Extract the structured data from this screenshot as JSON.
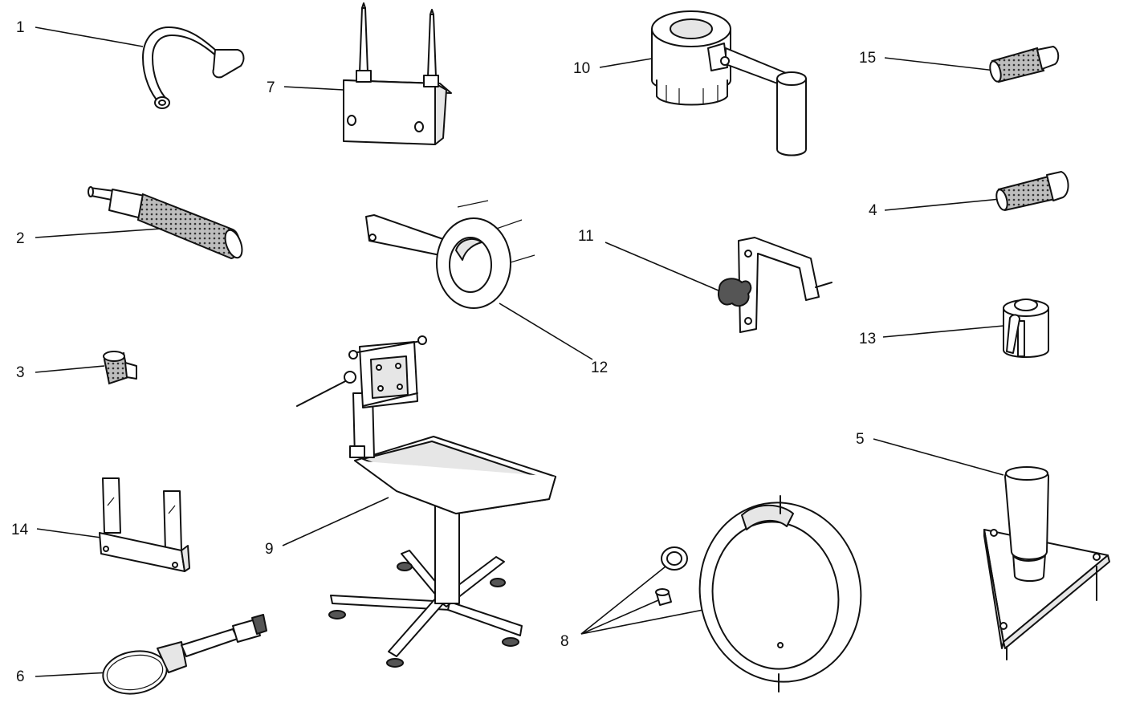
{
  "title": "",
  "callouts": [
    {
      "id": "1",
      "label": "1"
    },
    {
      "id": "2",
      "label": "2"
    },
    {
      "id": "3",
      "label": "3"
    },
    {
      "id": "4",
      "label": "4"
    },
    {
      "id": "5",
      "label": "5"
    },
    {
      "id": "6",
      "label": "6"
    },
    {
      "id": "7",
      "label": "7"
    },
    {
      "id": "8",
      "label": "8"
    },
    {
      "id": "9",
      "label": "9"
    },
    {
      "id": "10",
      "label": "10"
    },
    {
      "id": "11",
      "label": "11"
    },
    {
      "id": "12",
      "label": "12"
    },
    {
      "id": "13",
      "label": "13"
    },
    {
      "id": "14",
      "label": "14"
    },
    {
      "id": "15",
      "label": "15"
    }
  ],
  "colors": {
    "ink": "#111111",
    "paper": "#ffffff",
    "shade": "#e6e6e6",
    "dark": "#555555"
  }
}
